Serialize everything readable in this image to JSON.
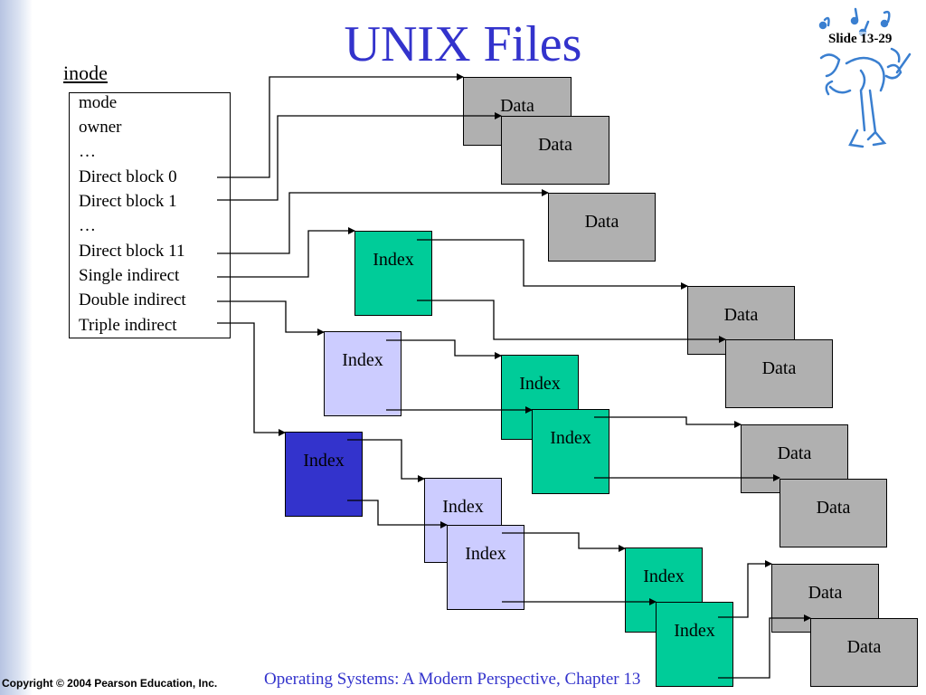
{
  "slide": {
    "title": "UNIX Files",
    "number": "Slide 13-29",
    "copyright": "Copyright © 2004 Pearson Education, Inc.",
    "footer": "Operating Systems: A Modern Perspective, Chapter 13"
  },
  "inode": {
    "label": "inode",
    "fields": [
      "mode",
      "owner",
      "…",
      "Direct block 0",
      "Direct block 1",
      "…",
      "Direct block 11",
      "Single indirect",
      "Double indirect",
      "Triple indirect"
    ]
  },
  "blocks": {
    "data_label": "Data",
    "index_label": "Index"
  },
  "colors": {
    "title": "#3333cc",
    "data_block": "#b0b0b0",
    "index_green": "#00cc99",
    "index_lavender": "#ccccff",
    "index_dark": "#3333cc"
  }
}
